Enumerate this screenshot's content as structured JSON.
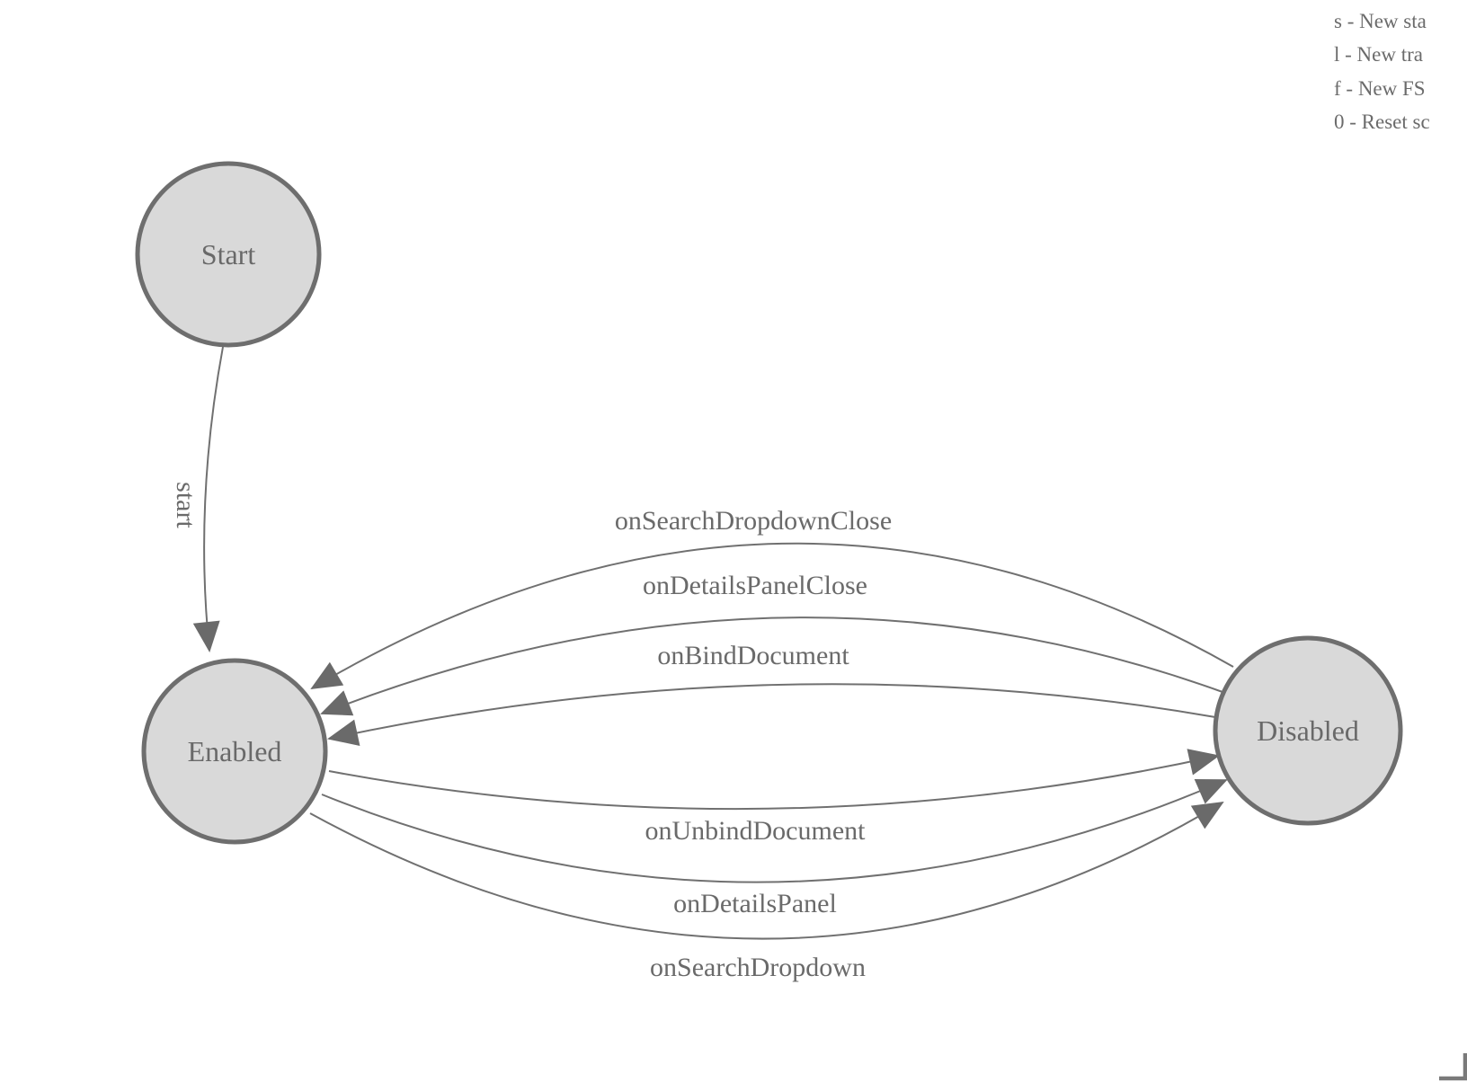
{
  "diagram": {
    "type": "finite-state-machine",
    "states": [
      {
        "id": "start",
        "label": "Start"
      },
      {
        "id": "enabled",
        "label": "Enabled"
      },
      {
        "id": "disabled",
        "label": "Disabled"
      }
    ],
    "transitions": [
      {
        "label": "start",
        "from": "Start",
        "to": "Enabled"
      },
      {
        "label": "onSearchDropdownClose",
        "from": "Disabled",
        "to": "Enabled"
      },
      {
        "label": "onDetailsPanelClose",
        "from": "Disabled",
        "to": "Enabled"
      },
      {
        "label": "onBindDocument",
        "from": "Disabled",
        "to": "Enabled"
      },
      {
        "label": "onUnbindDocument",
        "from": "Enabled",
        "to": "Disabled"
      },
      {
        "label": "onDetailsPanel",
        "from": "Enabled",
        "to": "Disabled"
      },
      {
        "label": "onSearchDropdown",
        "from": "Enabled",
        "to": "Disabled"
      }
    ]
  },
  "legend": {
    "lines": [
      "s - New sta",
      "l - New tra",
      "f - New FS",
      "0 - Reset sc"
    ]
  },
  "colors": {
    "node_fill": "#d9d9d9",
    "node_stroke": "#6e6e6e",
    "edge_stroke": "#707070",
    "arrow_fill": "#6a6a6a",
    "label_text": "#696969",
    "legend_text": "#6b6b6b"
  }
}
